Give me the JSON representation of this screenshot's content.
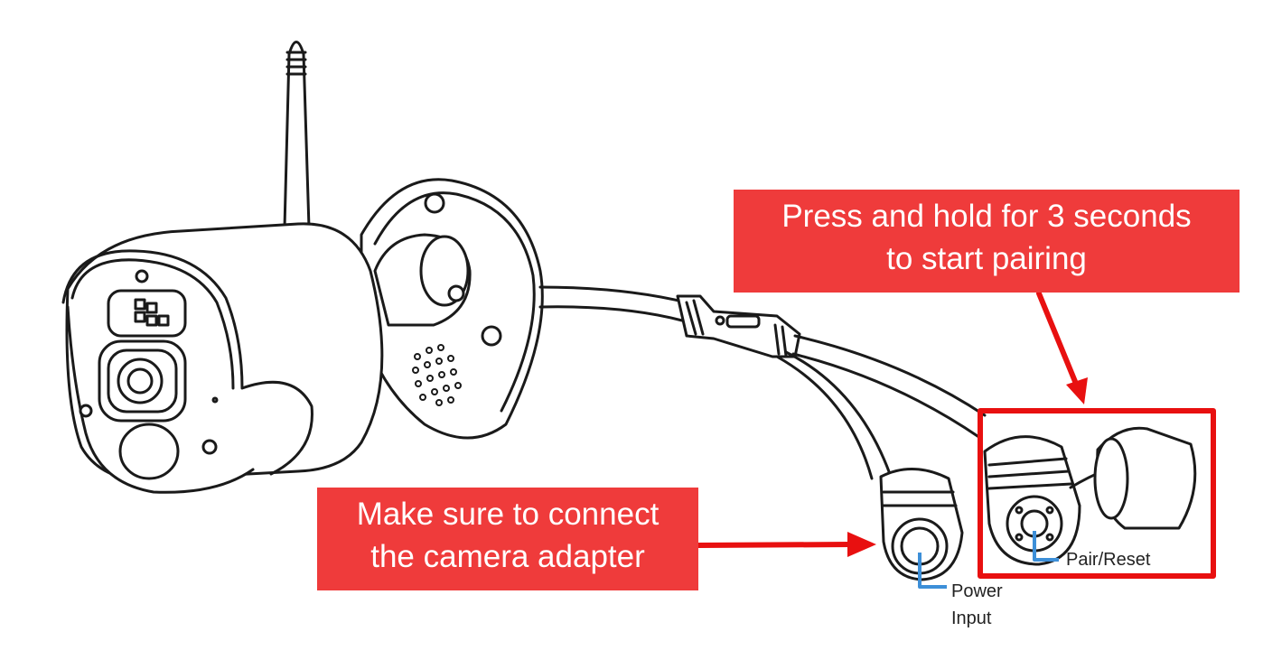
{
  "callouts": {
    "pairing": {
      "line1": "Press and hold for 3 seconds",
      "line2": "to start pairing"
    },
    "power": {
      "line1": "Make sure to connect",
      "line2": "the camera adapter"
    }
  },
  "labels": {
    "power_input_line1": "Power",
    "power_input_line2": "Input",
    "pair_reset": "Pair/Reset"
  },
  "colors": {
    "callout_fill": "#ef3b3b",
    "arrow": "#e81010",
    "highlight_box": "#e81010",
    "label_pointer": "#3d8fd8"
  }
}
